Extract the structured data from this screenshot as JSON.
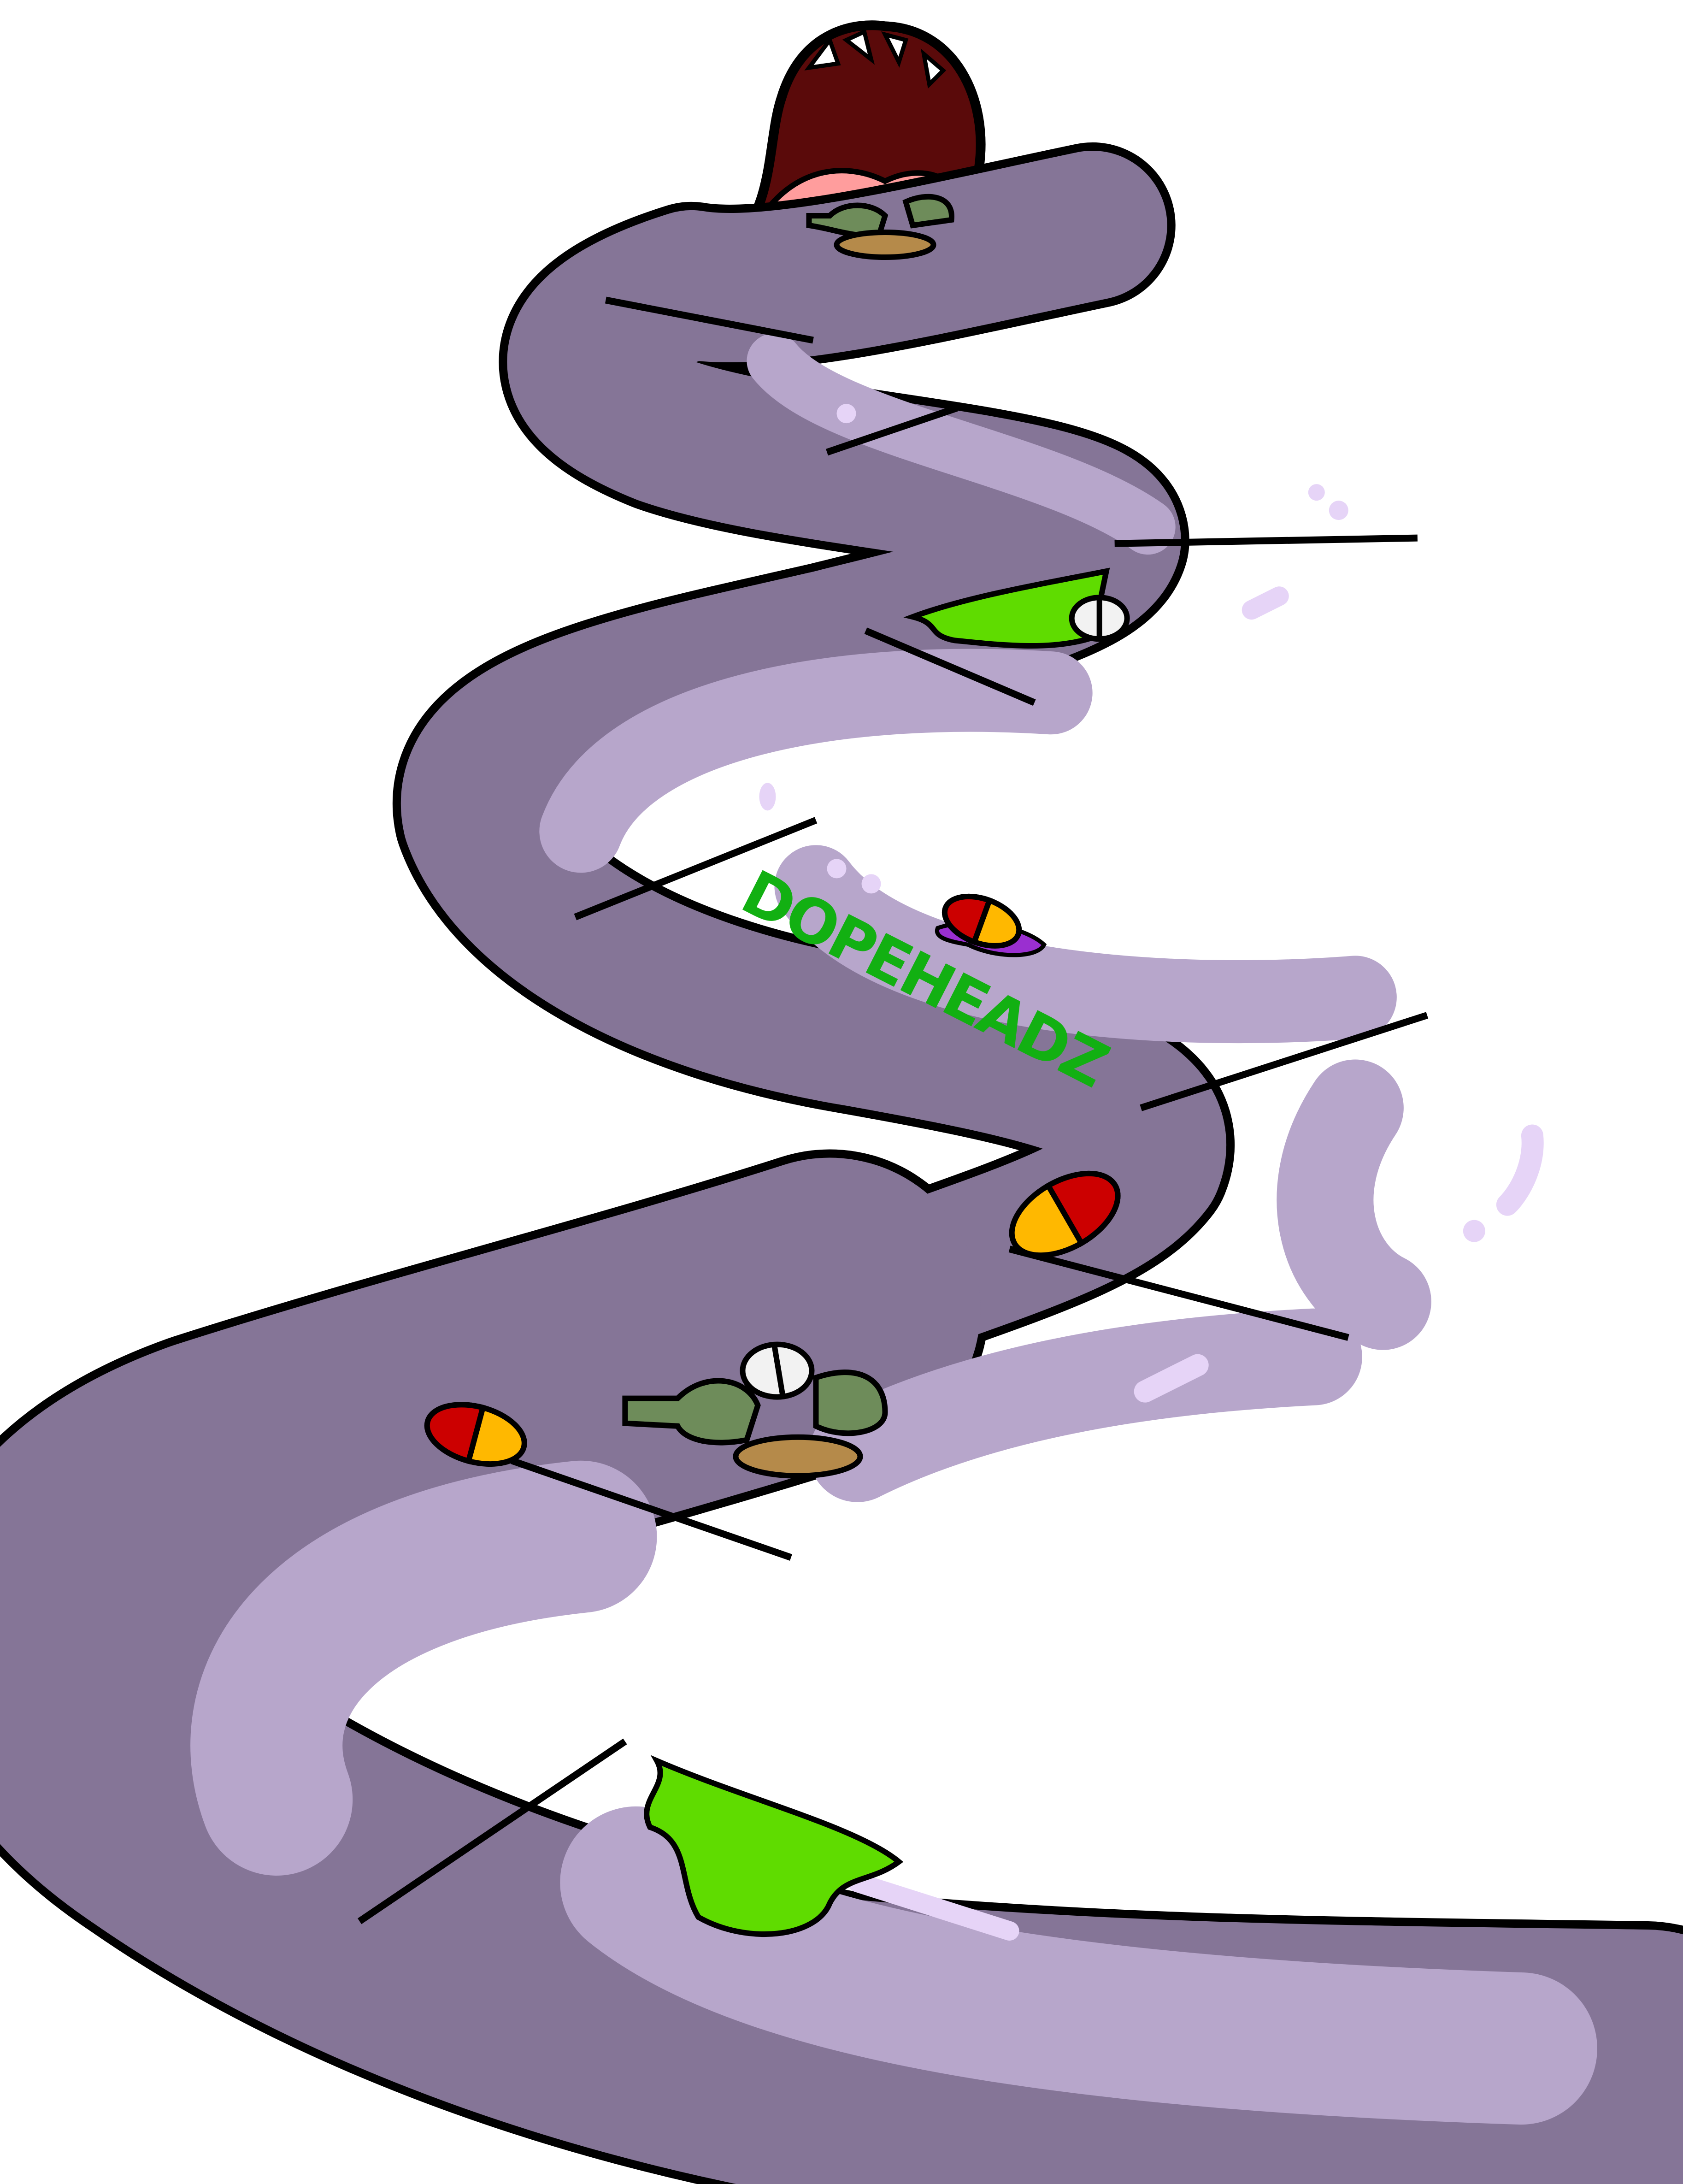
{
  "artwork": {
    "graffiti_text": "DOPEHEADZ",
    "elements": [
      "open-mouth",
      "winding-road-path",
      "path-tiles",
      "capsule-pills",
      "white-tablets",
      "broken-bottles",
      "green-slime",
      "purple-puddle"
    ]
  },
  "colors": {
    "background": "#ffffff",
    "outline": "#000000",
    "road_dark": "#857597",
    "road_light": "#b7a6cb",
    "highlight": "#e6d4f7",
    "graffiti": "#12b012",
    "slime": "#5fdc00",
    "pill_red": "#cc0000",
    "pill_yellow": "#ffb800",
    "mouth": "#5a0a0a",
    "tongue": "#ff9d9d",
    "bottle": "#6e8c5a",
    "spill": "#b58a4a",
    "puddle": "#9a2fd0"
  }
}
